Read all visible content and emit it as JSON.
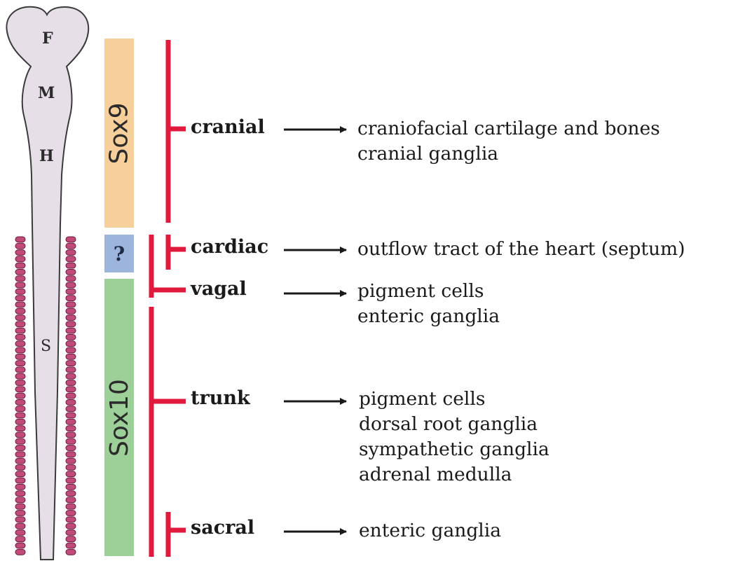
{
  "colors": {
    "neural_tube_fill": "#e6dfe8",
    "neural_tube_stroke": "#3a3a3a",
    "somite_fill": "#c04a78",
    "somite_stroke": "#6e1b3d",
    "sox9_box": "#f6cf9a",
    "unknown_box": "#9db5dc",
    "sox10_box": "#9dcf98",
    "bracket_red": "#e01a3c",
    "arrow": "#1a1a1a"
  },
  "neural_tube": {
    "regions": [
      "F",
      "M",
      "H",
      "S"
    ]
  },
  "genes": {
    "sox9": "Sox9",
    "unknown": "?",
    "sox10": "Sox10"
  },
  "crest_populations": [
    {
      "name": "cranial",
      "fates": [
        "craniofacial cartilage and bones",
        "cranial ganglia"
      ]
    },
    {
      "name": "cardiac",
      "fates": [
        "outflow tract of the heart (septum)"
      ]
    },
    {
      "name": "vagal",
      "fates": [
        "pigment cells",
        "enteric ganglia"
      ]
    },
    {
      "name": "trunk",
      "fates": [
        "pigment cells",
        "dorsal root ganglia",
        "sympathetic ganglia",
        "adrenal medulla"
      ]
    },
    {
      "name": "sacral",
      "fates": [
        "enteric ganglia"
      ]
    }
  ]
}
